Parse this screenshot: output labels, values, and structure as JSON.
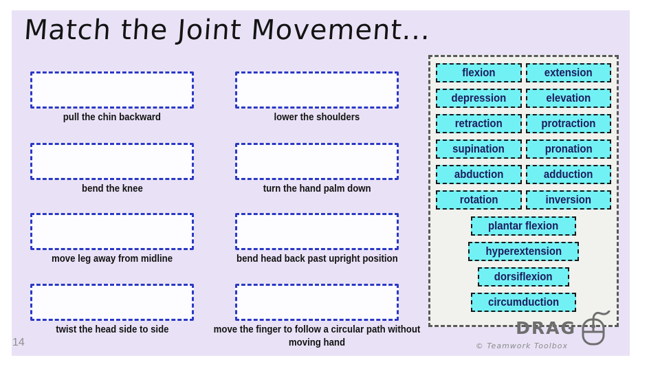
{
  "slide": {
    "title": "Match the Joint Movement...",
    "number": "14",
    "drag_label": "DRAG",
    "credit": "© Teamwork Toolbox"
  },
  "colors": {
    "slide_background": "#e9e2f6",
    "dropzone_border": "#2b38c5",
    "dropzone_fill": "#fdfdff",
    "panel_fill": "#f1f1ee",
    "panel_border": "#595959",
    "tile_fill": "#72f1f4",
    "tile_text": "#1c1c5e",
    "footer_gray": "#6e6e6e"
  },
  "drop_zones": {
    "left": [
      "pull the chin backward",
      "bend the knee",
      "move leg away from midline",
      "twist the head side to side"
    ],
    "middle": [
      "lower the shoulders",
      "turn the hand palm down",
      "bend head back past upright position",
      "move the finger to follow a circular path without moving hand"
    ]
  },
  "answer_bank": {
    "pairs": [
      [
        "flexion",
        "extension"
      ],
      [
        "depression",
        "elevation"
      ],
      [
        "retraction",
        "protraction"
      ],
      [
        "supination",
        "pronation"
      ],
      [
        "abduction",
        "adduction"
      ],
      [
        "rotation",
        "inversion"
      ]
    ],
    "singles": [
      "plantar flexion",
      "hyperextension",
      "dorsiflexion",
      "circumduction"
    ]
  }
}
